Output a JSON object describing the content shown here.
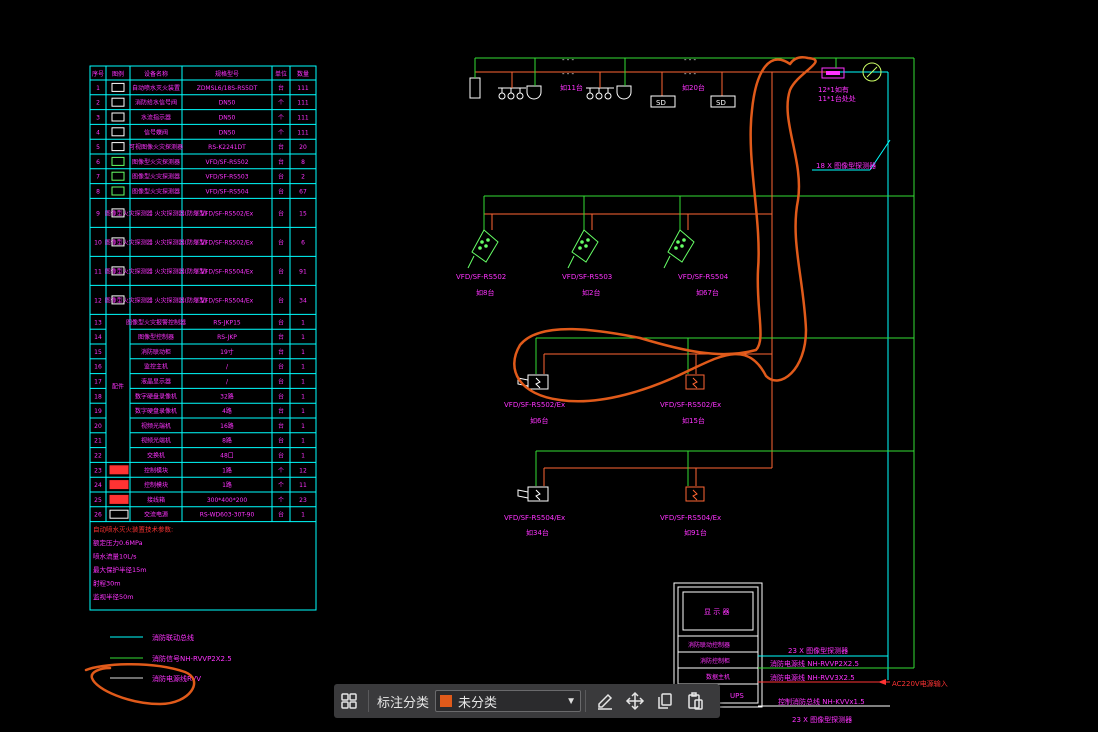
{
  "colors": {
    "background": "#000000",
    "cyan": "#00ffff",
    "green": "#33dd33",
    "magenta": "#ff33ff",
    "red": "#ff3333",
    "orange_annotation": "#e05a1a",
    "white": "#ffffff"
  },
  "legend_table": {
    "headers": [
      "序号",
      "图例",
      "设备名称",
      "规格型号",
      "单位",
      "数量"
    ],
    "rows": [
      [
        "1",
        "",
        "自动喷水灭火装置",
        "ZDMSL6/18S-RS5DT",
        "台",
        "111"
      ],
      [
        "2",
        "",
        "消防给水信号阀",
        "DN50",
        "个",
        "111"
      ],
      [
        "3",
        "",
        "水流指示器",
        "DN50",
        "个",
        "111"
      ],
      [
        "4",
        "",
        "信号蝶阀",
        "DN50",
        "个",
        "111"
      ],
      [
        "5",
        "",
        "可视图像火灾探测器",
        "RS-K2241DT",
        "台",
        "20"
      ],
      [
        "6",
        "",
        "图像型火灾探测器",
        "VFD/SF-RS502",
        "台",
        "8"
      ],
      [
        "7",
        "",
        "图像型火灾探测器",
        "VFD/SF-RS503",
        "台",
        "2"
      ],
      [
        "8",
        "",
        "图像型火灾探测器",
        "VFD/SF-RS504",
        "台",
        "67"
      ],
      [
        "9",
        "",
        "图像型火灾探测器 火灾探测器(防爆型)",
        "VFD/SF-RS502/Ex",
        "台",
        "15"
      ],
      [
        "10",
        "",
        "图像型火灾探测器 火灾探测器(防爆型)",
        "VFD/SF-RS502/Ex",
        "台",
        "6"
      ],
      [
        "11",
        "",
        "图像型火灾探测器 火灾探测器(防爆型)",
        "VFD/SF-RS504/Ex",
        "台",
        "91"
      ],
      [
        "12",
        "",
        "图像型火灾探测器 火灾探测器(防爆型)",
        "VFD/SF-RS504/Ex",
        "台",
        "34"
      ],
      [
        "13",
        "",
        "图像型火灾报警控制器",
        "RS-JKP15",
        "台",
        "1"
      ],
      [
        "14",
        "",
        "图像型控制器",
        "RS-JKP",
        "台",
        "1"
      ],
      [
        "15",
        "",
        "消防联动柜",
        "19寸",
        "台",
        "1"
      ],
      [
        "16",
        "",
        "监控主机",
        "/",
        "台",
        "1"
      ],
      [
        "17",
        "",
        "液晶显示器",
        "/",
        "台",
        "1"
      ],
      [
        "18",
        "",
        "数字硬盘录像机",
        "32路",
        "台",
        "1"
      ],
      [
        "19",
        "",
        "数字硬盘录像机",
        "4路",
        "台",
        "1"
      ],
      [
        "20",
        "",
        "视频光端机",
        "16路",
        "台",
        "1"
      ],
      [
        "21",
        "",
        "视频光端机",
        "8路",
        "台",
        "1"
      ],
      [
        "22",
        "",
        "交换机",
        "48口",
        "台",
        "1"
      ],
      [
        "23",
        "",
        "控制模块",
        "1路",
        "个",
        "12"
      ],
      [
        "24",
        "",
        "控制模块",
        "1路",
        "个",
        "11"
      ],
      [
        "25",
        "",
        "接线箱",
        "300*400*200",
        "个",
        "23"
      ],
      [
        "26",
        "",
        "交流电源",
        "RS-WD603-30T-90",
        "台",
        "1"
      ]
    ],
    "merged_label": "配件",
    "notes": [
      "自动喷水灭火装置技术参数:",
      "额定压力0.6MPa",
      "喷水流量10L/s",
      "最大保护半径15m",
      "射程30m",
      "监视半径50m"
    ]
  },
  "line_legend": [
    {
      "color": "cyan",
      "label": "消防联动总线"
    },
    {
      "color": "green",
      "label": "消防信号NH-RVVP2X2.5"
    },
    {
      "color": "white",
      "label": "消防电源线RVV"
    }
  ],
  "diagram": {
    "top_labels": [
      "如11台",
      "如20台"
    ],
    "top_right_device_label": "12*1如有",
    "top_right_device_label2": "11*1台处处",
    "top_right_note": "18 X 图像型探测器",
    "row2": [
      {
        "model": "VFD/SF-RS502",
        "qty": "如8台"
      },
      {
        "model": "VFD/SF-RS503",
        "qty": "如2台"
      },
      {
        "model": "VFD/SF-RS504",
        "qty": "如67台"
      }
    ],
    "row3": [
      {
        "model": "VFD/SF-RS502/Ex",
        "qty": "如6台"
      },
      {
        "model": "VFD/SF-RS502/Ex",
        "qty": "如15台"
      }
    ],
    "row4": [
      {
        "model": "VFD/SF-RS504/Ex",
        "qty": "如34台"
      },
      {
        "model": "VFD/SF-RS504/Ex",
        "qty": "如91台"
      }
    ],
    "sd_label": "SD",
    "cabinet_title": "显 示 器",
    "cabinet_rows": [
      "消防联动控制器",
      "消防控制柜",
      "数据主机",
      "UPS"
    ],
    "right_labels": [
      "23 X 图像型探测器",
      "消防电源线 NH-RVVP2X2.5",
      "消防电源线 NH-RVV3X2.5",
      "AC220V电源输入",
      "控制消防总线 NH-KVVx1.5",
      "23 X 图像型探测器"
    ]
  },
  "toolbar": {
    "label": "标注分类",
    "category": "未分类",
    "category_color": "#e05a1a",
    "icons": [
      "grid-icon",
      "edit-icon",
      "move-icon",
      "copy-icon",
      "paste-icon"
    ]
  }
}
